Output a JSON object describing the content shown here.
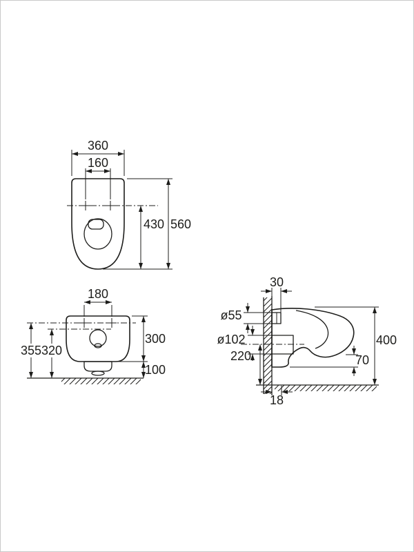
{
  "page": {
    "background": "#ffffff",
    "frame_color": "#c9c9c9",
    "ink_color": "#1d1d1b"
  },
  "views": {
    "top": {
      "dims": {
        "overall_width": "360",
        "fixing_hole_spacing": "160",
        "overall_depth": "560",
        "holes_to_front": "430"
      }
    },
    "front": {
      "dims": {
        "fixing_hole_spacing": "180",
        "body_height": "300",
        "floor_clearance": "100",
        "fixing_holes_height": "355",
        "inlet_height": "320"
      }
    },
    "side": {
      "dims": {
        "inlet_wall_offset": "30",
        "inlet_diameter": "ø55",
        "outlet_diameter": "ø102",
        "outlet_height": "220",
        "overall_height": "400",
        "front_underside": "70",
        "outlet_wall_offset": "18"
      }
    }
  }
}
